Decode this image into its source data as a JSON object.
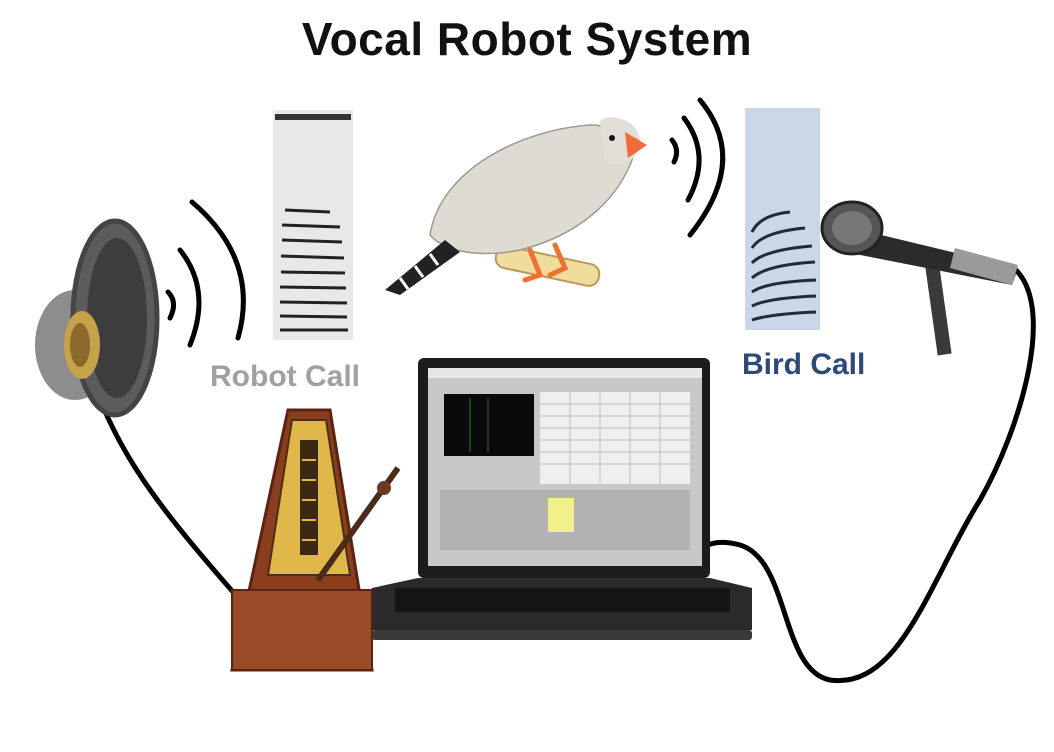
{
  "title": "Vocal Robot System",
  "labels": {
    "robot_call": "Robot Call",
    "bird_call": "Bird Call"
  },
  "colors": {
    "robot_label": "#a0a0a0",
    "bird_label": "#2b4a7a",
    "cable": "#000000",
    "metronome_wood": "#8a3e1e",
    "bird_beak": "#f06a3a"
  },
  "icons": [
    "speaker-icon",
    "metronome-icon",
    "laptop-icon",
    "bird-icon",
    "microphone-icon",
    "sound-wave-icon",
    "spectrogram-icon"
  ]
}
